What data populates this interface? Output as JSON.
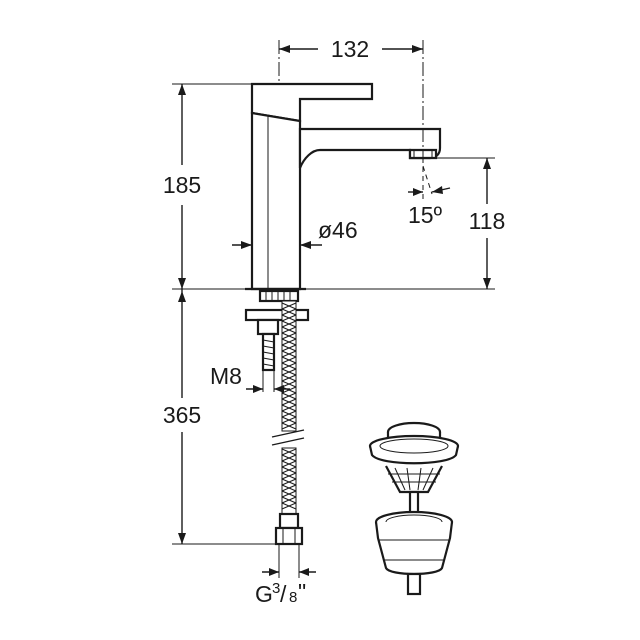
{
  "drawing": {
    "dimensions": {
      "spout_reach": "132",
      "total_height": "185",
      "spout_height": "118",
      "body_diameter": "ø46",
      "spray_angle": "15º",
      "thread_rod": "M8",
      "hose_length": "365",
      "connection": "G",
      "connection_fraction_num": "3",
      "connection_fraction_den": "8",
      "connection_inch": "\""
    }
  }
}
